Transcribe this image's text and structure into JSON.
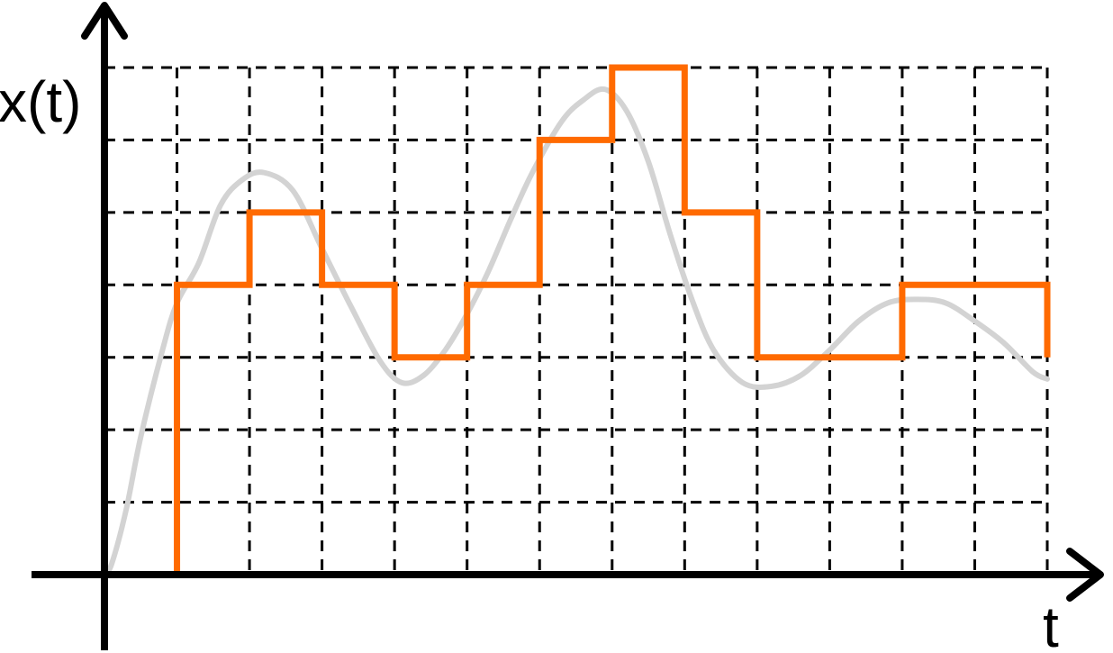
{
  "chart_data": {
    "type": "line",
    "title": "",
    "xlabel": "t",
    "ylabel": "x(t)",
    "xlim": [
      0,
      13
    ],
    "ylim": [
      0,
      7
    ],
    "grid": true,
    "grid_style": "dashed",
    "x_ticks": [
      1,
      2,
      3,
      4,
      5,
      6,
      7,
      8,
      9,
      10,
      11,
      12,
      13
    ],
    "y_ticks": [
      1,
      2,
      3,
      4,
      5,
      6,
      7
    ],
    "series": [
      {
        "style": "smooth",
        "color": "#d3d3d3",
        "x": [
          0,
          0.1,
          0.3,
          0.5,
          0.8,
          1,
          1.3,
          1.6,
          1.9,
          2.2,
          2.6,
          3,
          3.4,
          3.8,
          4.1,
          4.4,
          4.7,
          5,
          5.3,
          5.6,
          5.9,
          6.3,
          6.6,
          6.9,
          7.2,
          7.5,
          7.8,
          8.1,
          8.4,
          8.8,
          9.2,
          9.6,
          10,
          10.4,
          10.8,
          11.2,
          11.6,
          12,
          12.4,
          12.8,
          13
        ],
        "y": [
          0,
          0.15,
          0.9,
          1.9,
          3.1,
          3.75,
          4.3,
          5.1,
          5.45,
          5.55,
          5.3,
          4.5,
          3.7,
          2.95,
          2.65,
          2.75,
          3.1,
          3.6,
          4.2,
          4.9,
          5.55,
          6.25,
          6.55,
          6.7,
          6.4,
          5.7,
          4.7,
          3.8,
          3.1,
          2.65,
          2.6,
          2.75,
          3.1,
          3.5,
          3.75,
          3.8,
          3.75,
          3.5,
          3.2,
          2.8,
          2.7
        ]
      },
      {
        "style": "step",
        "color": "#ff6a00",
        "x": [
          0,
          1,
          2,
          3,
          4,
          5,
          6,
          7,
          8,
          9,
          10,
          11,
          12,
          13
        ],
        "y": [
          0,
          4,
          5,
          4,
          3,
          4,
          6,
          7,
          5,
          3,
          3,
          4,
          4,
          3
        ]
      }
    ]
  }
}
